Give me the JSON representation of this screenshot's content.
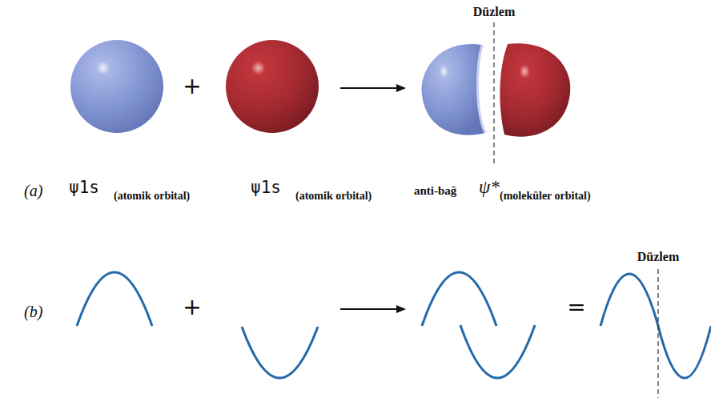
{
  "diagram": {
    "labels": [
      "Düzlem",
      "(a)",
      "ψ1s",
      "(atomik orbital)",
      "ψ1s",
      "(atomik orbital)",
      "anti-bağ",
      "ψ*",
      "(moleküler orbital)",
      "+",
      "+",
      "(b)",
      "Düzlem",
      "="
    ]
  }
}
